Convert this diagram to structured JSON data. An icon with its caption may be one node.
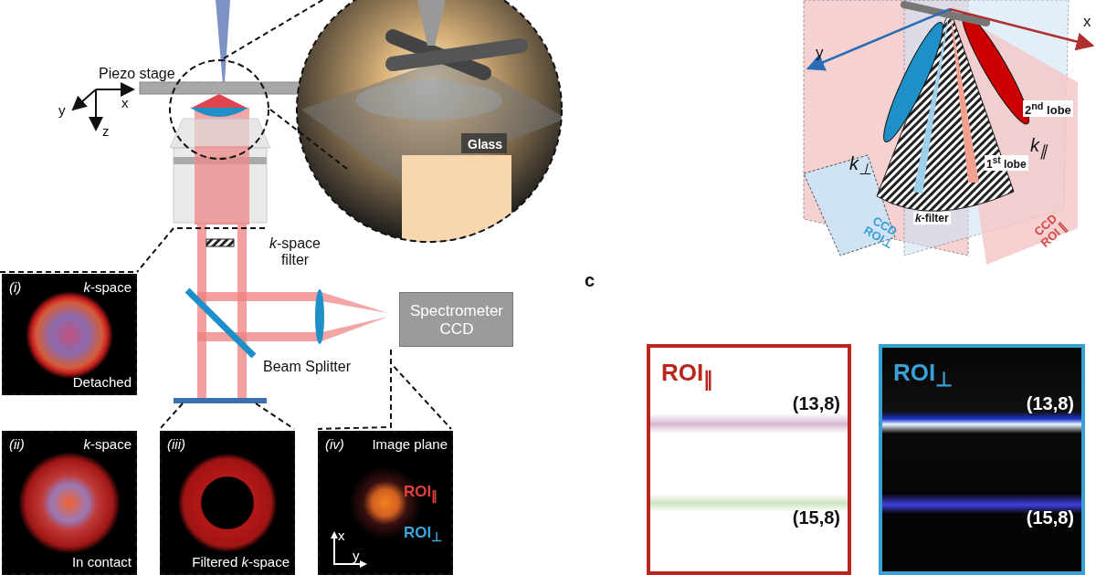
{
  "diagram": {
    "nodes": [
      {
        "text": [
          "Spectrometer CCD"
        ]
      },
      {
        "text": [
          "(i)",
          "*k*-space",
          "Detached"
        ]
      },
      {
        "text": [
          "(ii)",
          "*k*-space",
          "In contact"
        ]
      },
      {
        "text": [
          "(iii)",
          "Filtered *k*-space"
        ]
      },
      {
        "text": [
          "(iv)",
          "Image plane",
          "ROI$_{∥}$",
          "ROI$_{⊥}$",
          "x",
          "y"
        ]
      },
      {
        "text": [
          "ROI$_{∥}$",
          "(13,8)",
          "(15,8)"
        ]
      },
      {
        "text": [
          "ROI$_{⊥}$",
          "(13,8)",
          "(15,8)"
        ]
      }
    ],
    "labels": [
      "Piezo stage",
      "y",
      "x",
      "z",
      "*k*-space filter",
      "Beam Splitter",
      "Glass",
      "y",
      "x",
      "2$^{nd}$ lobe",
      "1$^{st}$ lobe",
      "*k*$_{⊥}$",
      "*k*$_{∥}$",
      "*k*-filter",
      "CCD ROI⊥",
      "CCD ROI ∥",
      "c"
    ]
  }
}
